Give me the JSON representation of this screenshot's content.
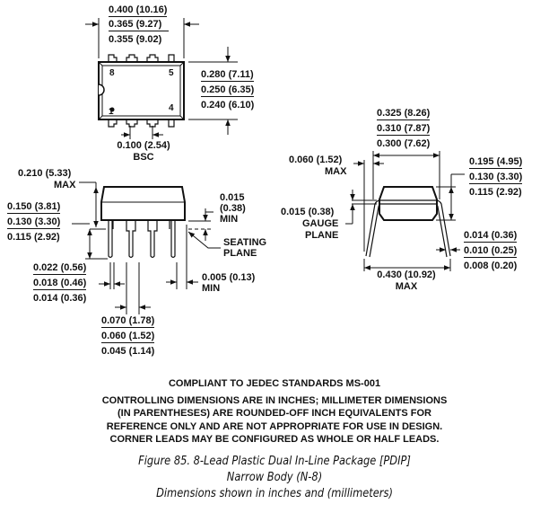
{
  "top_view": {
    "length": [
      "0.400 (10.16)",
      "0.365 (9.27)",
      "0.355 (9.02)"
    ],
    "width": [
      "0.280 (7.11)",
      "0.250 (6.35)",
      "0.240 (6.10)"
    ],
    "pitch": "0.100 (2.54)",
    "pitch_note": "BSC",
    "pins": [
      "8",
      "5",
      "1",
      "4"
    ]
  },
  "front_view": {
    "height": "0.210 (5.33)",
    "height_note": "MAX",
    "lead_length": [
      "0.150 (3.81)",
      "0.130 (3.30)",
      "0.115 (2.92)"
    ],
    "standoff": [
      "0.015",
      "(0.38)",
      "MIN"
    ],
    "seating_plane": [
      "SEATING",
      "PLANE"
    ],
    "lead_width": [
      "0.022 (0.56)",
      "0.018 (0.46)",
      "0.014 (0.36)"
    ],
    "end_gap": "0.005 (0.13)",
    "end_gap_note": "MIN",
    "shoulder_width": [
      "0.070 (1.78)",
      "0.060 (1.52)",
      "0.045 (1.14)"
    ]
  },
  "side_view": {
    "row_spacing": [
      "0.325 (8.26)",
      "0.310 (7.87)",
      "0.300 (7.62)"
    ],
    "offset": "0.060 (1.52)",
    "offset_note": "MAX",
    "body_height": [
      "0.195 (4.95)",
      "0.130 (3.30)",
      "0.115 (2.92)"
    ],
    "gauge": "0.015 (0.38)",
    "gauge_note": [
      "GAUGE",
      "PLANE"
    ],
    "lead_thickness": [
      "0.014 (0.36)",
      "0.010 (0.25)",
      "0.008 (0.20)"
    ],
    "overall": "0.430 (10.92)",
    "overall_note": "MAX"
  },
  "notes": [
    "COMPLIANT TO JEDEC STANDARDS MS-001",
    "CONTROLLING DIMENSIONS ARE IN INCHES; MILLIMETER DIMENSIONS",
    "(IN PARENTHESES) ARE ROUNDED-OFF INCH EQUIVALENTS FOR",
    "REFERENCE ONLY AND ARE NOT APPROPRIATE FOR USE IN DESIGN.",
    "CORNER LEADS MAY BE CONFIGURED AS WHOLE OR HALF LEADS."
  ],
  "caption": [
    "Figure 85. 8-Lead Plastic Dual In-Line Package [PDIP]",
    "Narrow Body (N-8)",
    "Dimensions shown in inches and (millimeters)"
  ]
}
